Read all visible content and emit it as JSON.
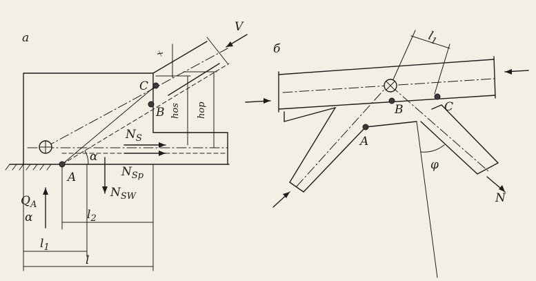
{
  "panel_a": {
    "label": "а",
    "points": {
      "A": "A",
      "B": "B",
      "C": "C"
    },
    "forces": {
      "V": "V",
      "N_S": "N",
      "N_S_sub": "S",
      "N_Sp": "N",
      "N_Sp_sub": "Sp",
      "N_SW": "N",
      "N_SW_sub": "SW",
      "Q_A": "Q",
      "Q_A_sub": "A"
    },
    "dims": {
      "x": "x",
      "h_os": "hos",
      "h_op": "hop",
      "alpha_1": "α",
      "alpha_2": "α",
      "l_1": "l",
      "l_1_sub": "1",
      "l_2": "l",
      "l_2_sub": "2",
      "l": "l"
    }
  },
  "panel_b": {
    "label": "б",
    "points": {
      "A": "A",
      "B": "B",
      "C": "C"
    },
    "forces": {
      "N": "N"
    },
    "dims": {
      "l_1": "l",
      "l_1_sub": "1",
      "phi": "φ"
    }
  }
}
